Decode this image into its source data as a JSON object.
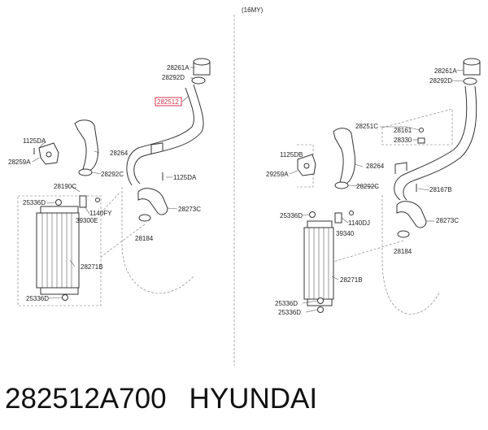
{
  "variant_label": "(16MY)",
  "highlight_color": "#d6334a",
  "left_labels": {
    "p28261A": "28261A",
    "p28292D": "28292D",
    "p282512": "282512",
    "p1125DA_a": "1125DA",
    "p28259A": "28259A",
    "p28264": "28264",
    "p28292C": "28292C",
    "p1125DA_b": "1125DA",
    "p28190C": "28190C",
    "p25336D_a": "25336D",
    "p1140FY": "1140FY",
    "p39300E": "39300E",
    "p28273C": "28273C",
    "p28184": "28184",
    "p28271B": "28271B",
    "p25336D_b": "25336D"
  },
  "right_labels": {
    "p28261A": "28261A",
    "p28292D": "28292D",
    "p28251C": "28251C",
    "p28161": "28161",
    "p28330": "28330",
    "p1125DB": "1125DB",
    "p29259A": "29259A",
    "p28264": "28264",
    "p28292C": "28292C",
    "p28167B": "28167B",
    "p25336D_a": "25336D",
    "p1140DJ": "1140DJ",
    "p39340": "39340",
    "p28273C": "28273C",
    "p28184": "28184",
    "p28271B": "28271B",
    "p25336D_b": "25336D",
    "p25336D_c": "25336D"
  },
  "caption": {
    "part_number": "282512A700",
    "brand": "HYUNDAI"
  }
}
